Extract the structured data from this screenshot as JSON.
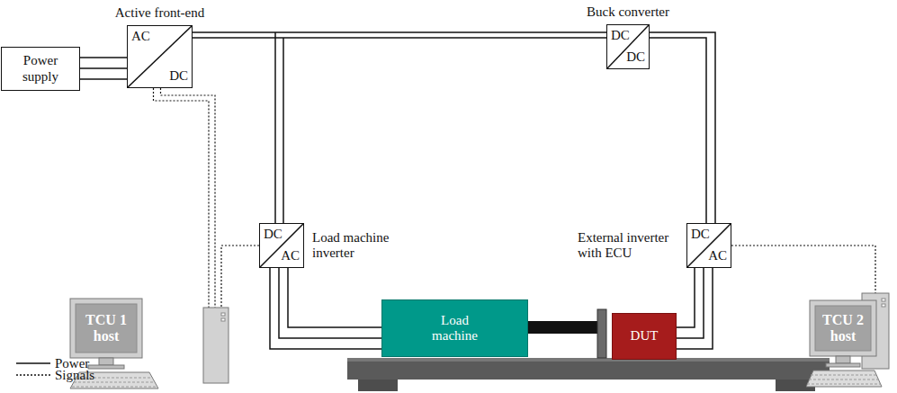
{
  "diagram": {
    "nodes": [
      {
        "text": [
          "Power supply"
        ]
      },
      {
        "text": [
          "Active front-end",
          "AC",
          "DC"
        ]
      },
      {
        "text": [
          "Buck converter",
          "DC",
          "DC"
        ]
      },
      {
        "text": [
          "DC",
          "AC",
          "Load machine inverter"
        ]
      },
      {
        "text": [
          "DC",
          "AC",
          "External inverter with ECU"
        ]
      },
      {
        "text": [
          "TCU 1 host"
        ]
      },
      {
        "text": [
          "TCU 2 host"
        ]
      },
      {
        "text": [
          "Load machine"
        ]
      },
      {
        "text": [
          "DUT"
        ]
      }
    ],
    "edges": [
      {
        "from": 0,
        "to": 1,
        "arrow": "none"
      },
      {
        "from": 1,
        "to": 2,
        "arrow": "none"
      },
      {
        "from": 1,
        "to": 3,
        "arrow": "none"
      },
      {
        "from": 2,
        "to": 4,
        "arrow": "none"
      },
      {
        "from": 3,
        "to": 7,
        "arrow": "none"
      },
      {
        "from": 4,
        "to": 8,
        "arrow": "none"
      },
      {
        "from": 1,
        "to": 5,
        "arrow": "none"
      },
      {
        "from": 3,
        "to": 5,
        "arrow": "none"
      },
      {
        "from": 4,
        "to": 6,
        "arrow": "none"
      }
    ],
    "legend": [
      {
        "text": "Power"
      },
      {
        "text": "Signals"
      }
    ]
  }
}
